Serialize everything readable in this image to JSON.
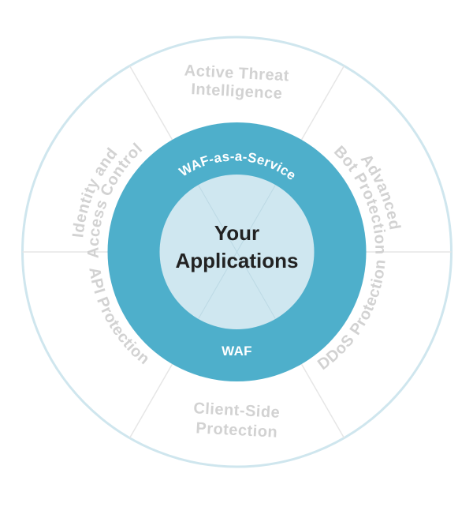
{
  "diagram": {
    "core": {
      "line1": "Your",
      "line2": "Applications"
    },
    "inner_ring": {
      "top": "WAF-as-a-Service",
      "bottom": "WAF"
    },
    "segments": {
      "top": {
        "line1": "Active Threat",
        "line2": "Intelligence"
      },
      "upper_right": {
        "line1": "Advanced",
        "line2": "Bot Protection"
      },
      "lower_right": {
        "line1": "DDoS Protection"
      },
      "bottom": {
        "line1": "Client-Side",
        "line2": "Protection"
      },
      "lower_left": {
        "line1": "API Protection"
      },
      "upper_left": {
        "line1": "Identity and",
        "line2": "Access Control"
      }
    },
    "colors": {
      "outer_ring_stroke": "#cfe6ee",
      "divider": "#e6e6e6",
      "inner_ring": "#4eafcb",
      "core": "#cfe7f0",
      "segment_text": "#d2d2d2",
      "core_text": "#222222"
    }
  }
}
